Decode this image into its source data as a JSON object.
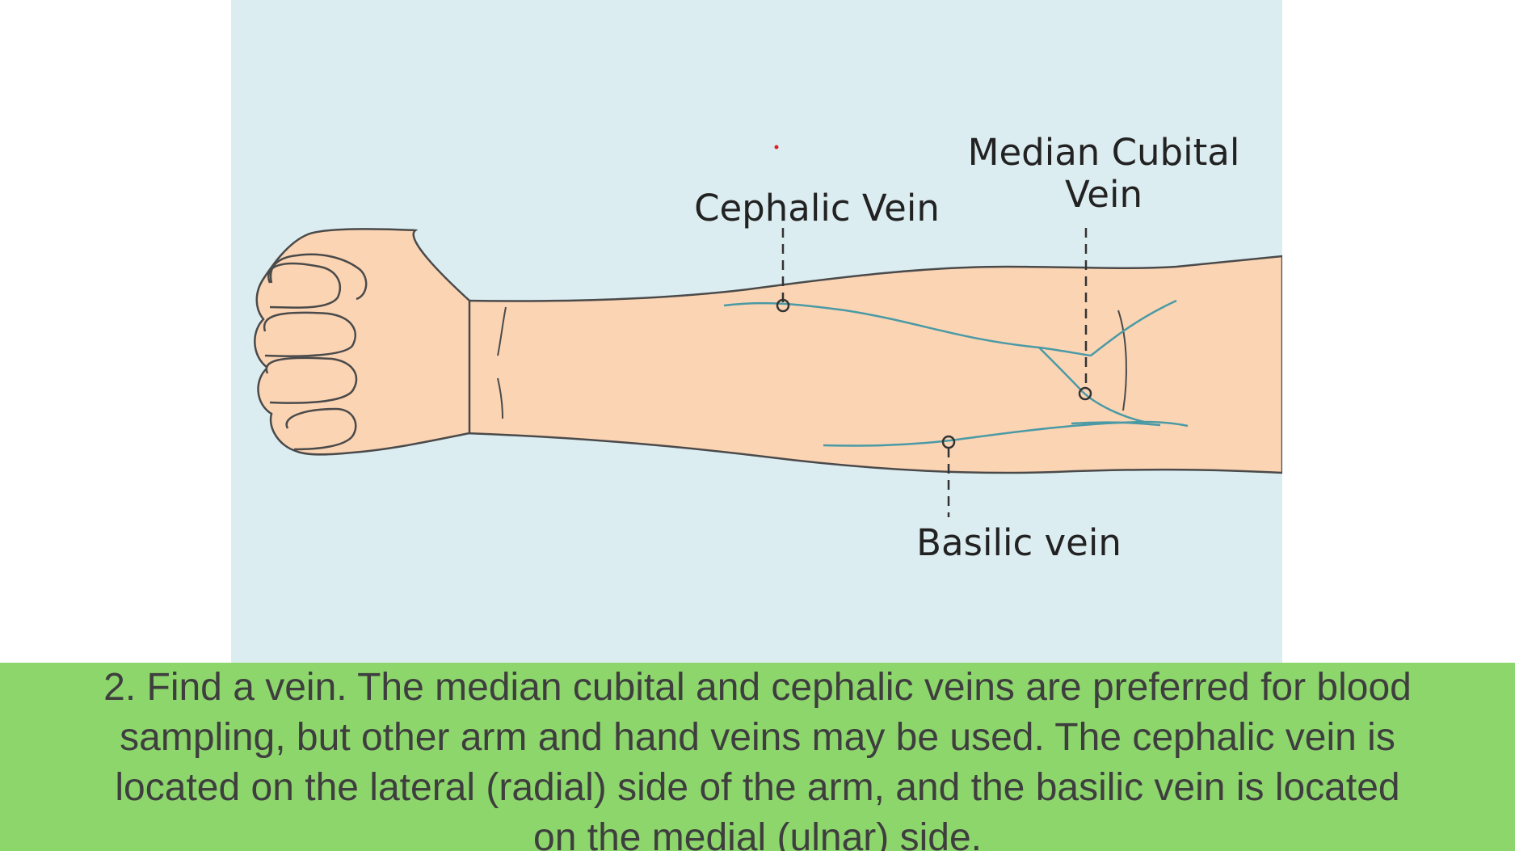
{
  "diagram": {
    "labels": {
      "cephalic": "Cephalic Vein",
      "median_cubital": "Median Cubital Vein",
      "basilic": "Basilic vein"
    },
    "colors": {
      "background": "#dcedf1",
      "skin": "#fbd4b4",
      "outline": "#4a4a4a",
      "vein": "#4a9aa5",
      "marker_dot": "#e02020"
    }
  },
  "caption": {
    "text": "2. Find a vein. The median cubital and cephalic veins are preferred for blood sampling, but other arm and hand veins may be used. The cephalic vein is located on the lateral (radial) side of the arm, and the basilic vein is located on the medial (ulnar) side.",
    "background": "#8dd66c"
  }
}
